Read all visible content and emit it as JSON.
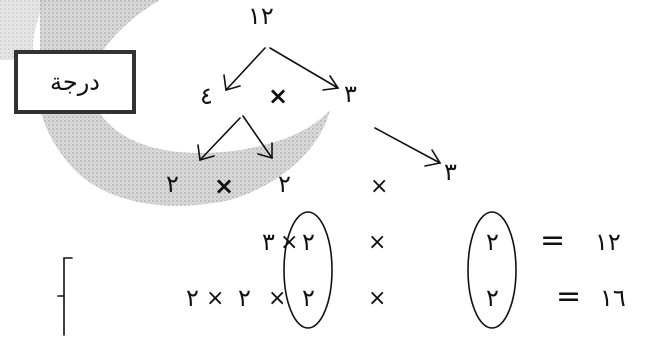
{
  "badge": {
    "label": "درجة"
  },
  "tree": {
    "root": "١٢",
    "level1_left": "٤",
    "level1_op": "×",
    "level1_right": "٣",
    "level2_left": "٢",
    "level2_op": "×",
    "level2_right": "٢",
    "level2_op2": "×",
    "level2_carry": "٣"
  },
  "equations": [
    {
      "tokens": [
        "٣",
        "×",
        "٢",
        "×",
        "٢"
      ],
      "equals": "=",
      "result": "١٢"
    },
    {
      "tokens": [
        "٢",
        "×",
        "٢",
        "×",
        "٢",
        "×",
        "٢"
      ],
      "equals": "=",
      "result": "١٦"
    }
  ],
  "colors": {
    "ink": "#111111",
    "shade": "#c8c8c8",
    "badge_border": "#333333"
  }
}
